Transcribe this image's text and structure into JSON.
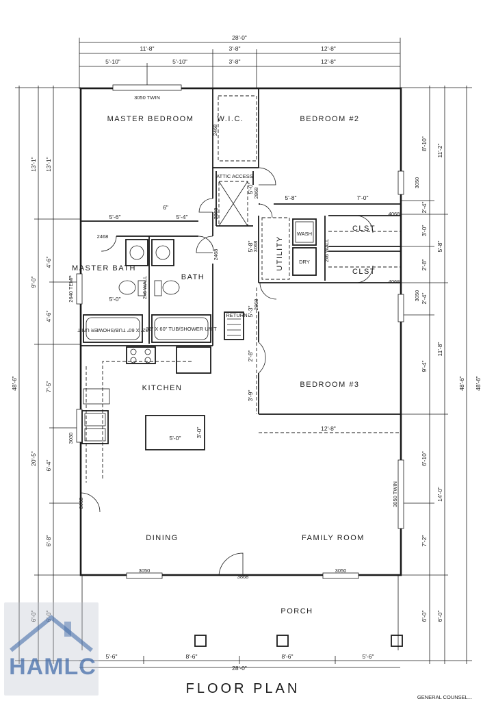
{
  "title": "FLOOR PLAN",
  "footer_note": "GENERAL COUNSEL...",
  "logo": {
    "text": "HAMLC"
  },
  "rooms": {
    "master_bedroom": "MASTER BEDROOM",
    "wic": "W.I.C.",
    "bedroom2": "BEDROOM #2",
    "attic": "ATTIC ACCESS",
    "utility": "UTILITY",
    "wash": "WASH",
    "dry": "DRY",
    "clst1": "CLST",
    "clst2": "CLST",
    "master_bath": "MASTER BATH",
    "bath": "BATH",
    "kitchen": "KITCHEN",
    "bedroom3": "BEDROOM #3",
    "return": "RETURN",
    "dining": "DINING",
    "family_room": "FAMILY ROOM",
    "porch": "PORCH"
  },
  "fixtures": {
    "wall_note_left": "2x6 WALL",
    "wall_note_right": "2x6 WALL",
    "tub_left": "32\" X 60\" TUB/SHOWER UNIT",
    "tub_right": "32\" X 60\" TUB/SHOWER UNIT",
    "island": "5'-0\"",
    "island_depth": "3'-0\""
  },
  "openings": {
    "win_master_top": "3050 TWIN",
    "door_wic": "2468",
    "door_master": "2868",
    "door_attic": "2868",
    "door_bath1": "2468",
    "door_bath2": "2468",
    "temp_window": "2640 TEMP",
    "win_bed2": "3050",
    "door_clst1": "4068",
    "door_clst2": "4068",
    "door_utility": "3068",
    "win_bed3": "3050",
    "door_bed3": "2868",
    "win_kitchen": "3030",
    "door_side": "3068",
    "win_family": "3050 TWIN",
    "win_dining": "3050",
    "win_porch_right": "3050",
    "front_door": "3868"
  },
  "dimensions": {
    "overall_width": "28'-0\"",
    "top_row1": [
      "11'-8\"",
      "3'-8\"",
      "12'-8\""
    ],
    "top_row2": [
      "5'-10\"",
      "5'-10\"",
      "3'-8\"",
      "12'-8\""
    ],
    "left_outer": [
      "13'-1\"",
      "9'-0\"",
      "20'-5\"",
      "6'-0\""
    ],
    "left_inner": [
      "13'-1\"",
      "4'-6\"",
      "4'-6\"",
      "7'-5\"",
      "6'-4\"",
      "6'-8\"",
      "6'-0\""
    ],
    "overall_depth_left": "48'-6\"",
    "overall_depth_right": "48'-6\"",
    "overall_depth_cut": "48'-6\"",
    "right_inner": [
      "8'-10\"",
      "2'-4\"",
      "3'-0\"",
      "2'-8\"",
      "2'-4\"",
      "9'-4\"",
      "6'-10\"",
      "7'-2\"",
      "6'-0\""
    ],
    "right_outer": [
      "11'-2\"",
      "5'-8\"",
      "11'-8\"",
      "14'-0\"",
      "6'-0\""
    ],
    "interior": {
      "bed2_hall": "5'-8\"",
      "bed2_hall2": "7'-0\"",
      "master_split1": "5'-6\"",
      "master_split2": "6\"",
      "master_split3": "5'-4\"",
      "bath_width": "5'-0\"",
      "hall_v1": "5'-8\"",
      "hall_v2": "5'-3\"",
      "hall_v3": "2'-8\"",
      "hall_v4": "3'-9\"",
      "attic_h": "5'-0\"",
      "bed3_bottom": "12'-8\""
    },
    "bottom": [
      "5'-6\"",
      "8'-6\"",
      "8'-6\"",
      "5'-6\""
    ],
    "bottom_overall": "28'-0\""
  }
}
